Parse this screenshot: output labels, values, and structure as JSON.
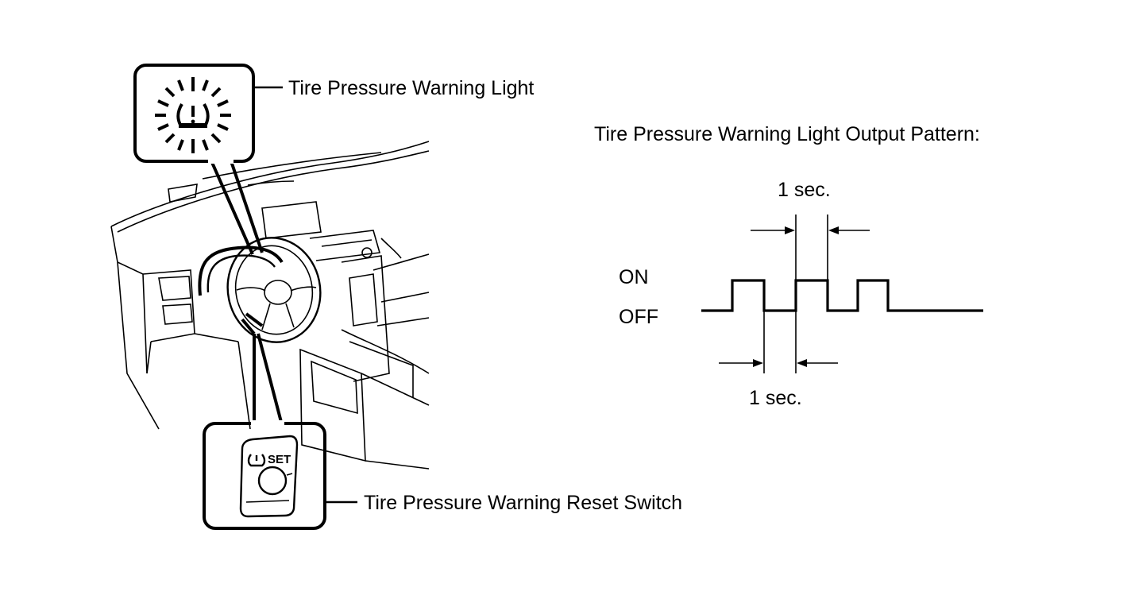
{
  "labels": {
    "warning_light": "Tire Pressure Warning Light",
    "reset_switch": "Tire Pressure Warning Reset Switch",
    "output_pattern_title": "Tire Pressure Warning Light Output Pattern:",
    "on_state": "ON",
    "off_state": "OFF",
    "interval_top": "1 sec.",
    "interval_bottom": "1 sec."
  },
  "switch": {
    "text": "SET"
  },
  "icons": {
    "warning_light_icon": "tire-pressure-warning-icon",
    "dashboard_icon": "dashboard-drawing-icon"
  },
  "colors": {
    "line": "#000000",
    "background": "#ffffff"
  }
}
